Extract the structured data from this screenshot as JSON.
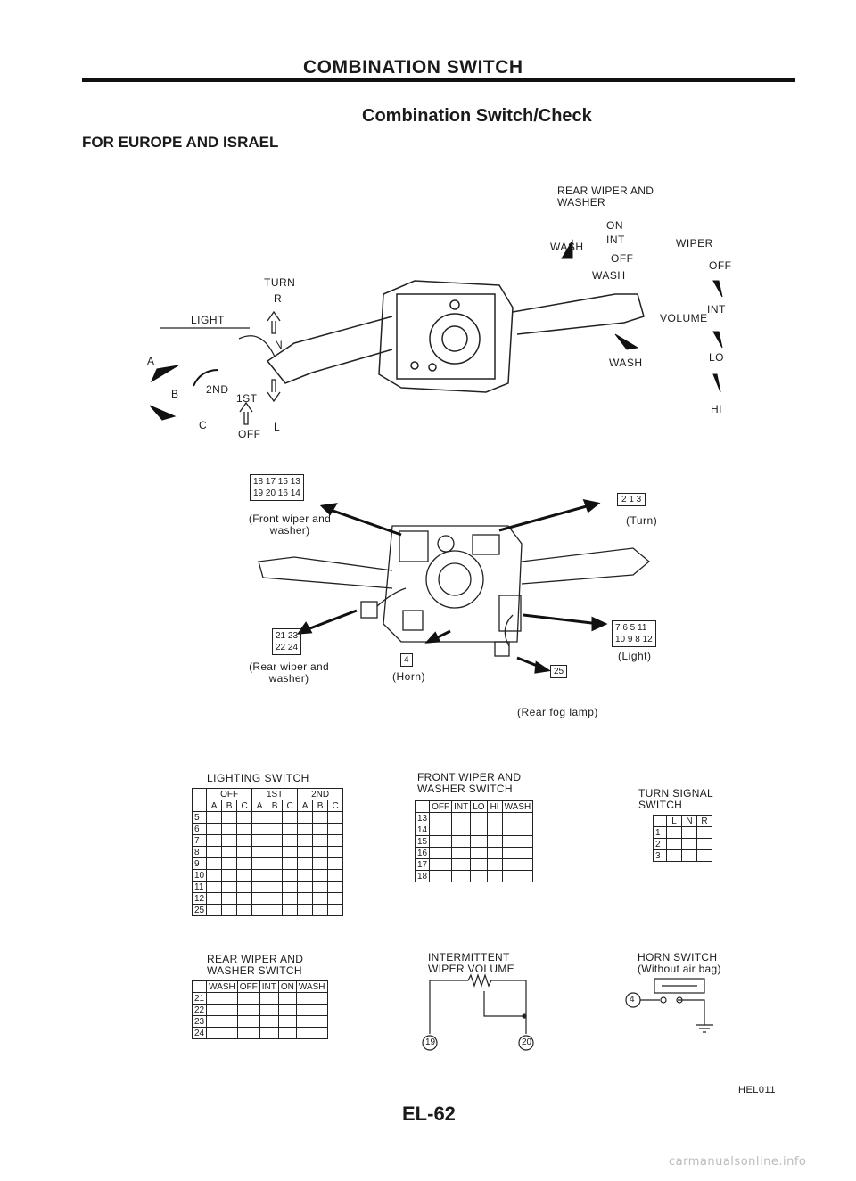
{
  "header": {
    "title": "COMBINATION SWITCH"
  },
  "section": {
    "title": "Combination Switch/Check"
  },
  "region": "FOR EUROPE AND ISRAEL",
  "top_labels": {
    "rear_wiper_title": "REAR WIPER AND WASHER",
    "on": "ON",
    "wash_left": "WASH",
    "int": "INT",
    "off": "OFF",
    "wash_below": "WASH",
    "wiper": "WIPER",
    "wiper_off": "OFF",
    "volume": "VOLUME",
    "wiper_int": "INT",
    "wash_arrow": "WASH",
    "lo": "LO",
    "hi": "HI",
    "turn": "TURN",
    "turn_r": "R",
    "turn_n": "N",
    "turn_l": "L",
    "light": "LIGHT",
    "a": "A",
    "b": "B",
    "c": "C",
    "second": "2ND",
    "first": "1ST",
    "light_off": "OFF"
  },
  "connectors": {
    "front_wiper_pins_row1": "18 17 15 13",
    "front_wiper_pins_row2": "19 20 16 14",
    "front_wiper_label": "(Front wiper and washer)",
    "turn_pins": "2 1 3",
    "turn_label": "(Turn)",
    "rear_wiper_pins_row1": "21 23",
    "rear_wiper_pins_row2": "22 24",
    "rear_wiper_label": "(Rear wiper and washer)",
    "horn_pin": "4",
    "horn_label": "(Horn)",
    "light_pins_row1": "7 6 5 11",
    "light_pins_row2": "10 9 8 12",
    "light_label": "(Light)",
    "fog_pin": "25",
    "fog_label": "(Rear fog lamp)"
  },
  "lighting_switch": {
    "title": "LIGHTING SWITCH",
    "groups": [
      "OFF",
      "1ST",
      "2ND"
    ],
    "cols": [
      "A",
      "B",
      "C",
      "A",
      "B",
      "C",
      "A",
      "B",
      "C"
    ],
    "rows": [
      "5",
      "6",
      "7",
      "8",
      "9",
      "10",
      "11",
      "12",
      "25"
    ]
  },
  "front_wiper_switch": {
    "title": "FRONT WIPER AND WASHER SWITCH",
    "cols": [
      "OFF",
      "INT",
      "LO",
      "HI",
      "WASH"
    ],
    "rows": [
      "13",
      "14",
      "15",
      "16",
      "17",
      "18"
    ]
  },
  "turn_signal_switch": {
    "title": "TURN SIGNAL SWITCH",
    "cols": [
      "L",
      "N",
      "R"
    ],
    "rows": [
      "1",
      "2",
      "3"
    ]
  },
  "rear_wiper_switch": {
    "title": "REAR WIPER AND WASHER SWITCH",
    "cols": [
      "WASH",
      "OFF",
      "INT",
      "ON",
      "WASH"
    ],
    "rows": [
      "21",
      "22",
      "23",
      "24"
    ]
  },
  "intermittent": {
    "title": "INTERMITTENT WIPER VOLUME",
    "pin_left": "19",
    "pin_right": "20"
  },
  "horn_switch": {
    "title": "HORN SWITCH (Without air bag)",
    "pin": "4"
  },
  "footer": {
    "page": "EL-62",
    "code": "HEL011",
    "watermark": "carmanualsonline.info"
  }
}
